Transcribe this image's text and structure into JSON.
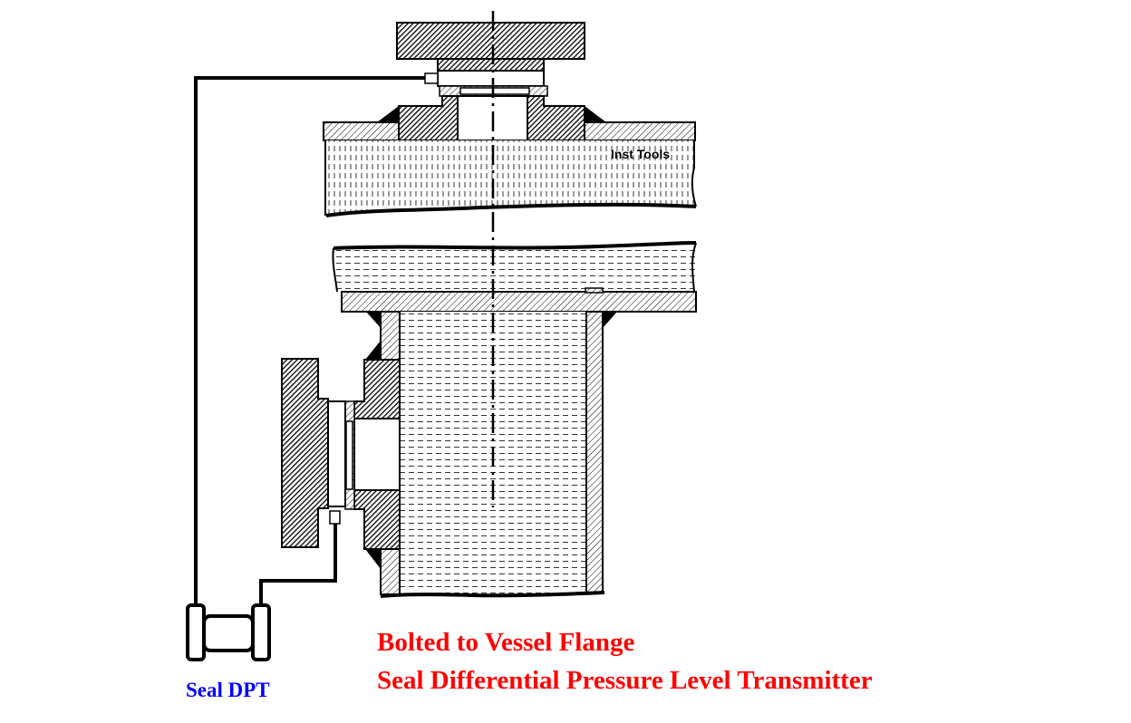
{
  "watermark": "Inst Tools",
  "captions": {
    "line1": "Bolted to Vessel Flange",
    "line2": "Seal Differential Pressure Level Transmitter",
    "dpt_label": "Seal DPT"
  },
  "colors": {
    "caption": "#ff0000",
    "dpt_label": "#0000ff",
    "outline": "#000000",
    "hatch_fill": "#3a3a3a"
  }
}
